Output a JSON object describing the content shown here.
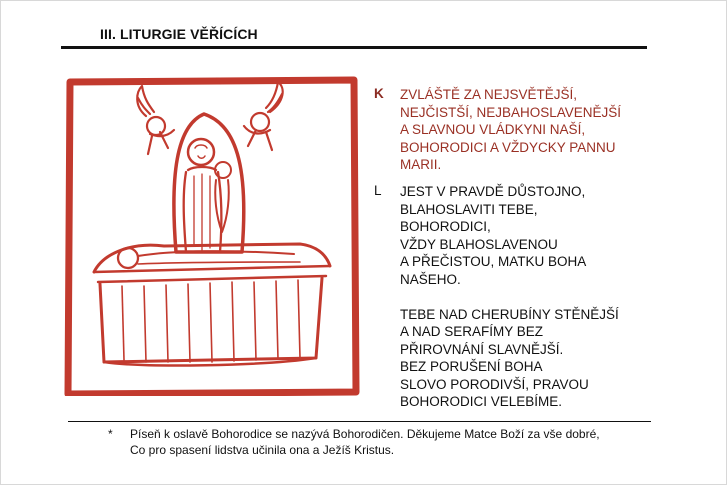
{
  "header": {
    "title": "III. LITURGIE VĚŘÍCÍCH"
  },
  "illustration": {
    "icon_name": "dormition-icon",
    "ink_color": "#c23a2e"
  },
  "verse_k": {
    "marker": "K",
    "color": "#9a3024",
    "lines": [
      "ZVLÁŠTĚ ZA NEJSVĚTĚJŠÍ,",
      "NEJČISTŠÍ, NEJBAHOSLAVENĚJŠÍ",
      "A SLAVNOU VLÁDKYNI NAŠÍ,",
      "BOHORODICI A VŽDYCKY PANNU",
      "MARII."
    ]
  },
  "verse_l": {
    "marker": "L",
    "lines": [
      "JEST V PRAVDĚ DŮSTOJNO,",
      "BLAHOSLAVITI TEBE,",
      "BOHORODICI,",
      "VŽDY BLAHOSLAVENOU",
      "A PŘEČISTOU, MATKU BOHA",
      "NAŠEHO.",
      "",
      "TEBE NAD CHERUBÍNY STĚNĚJŠÍ",
      "A NAD SERAFÍMY BEZ",
      "PŘIROVNÁNÍ SLAVNĚJŠÍ.",
      "BEZ PORUŠENÍ BOHA",
      "SLOVO PORODIVŠÍ, PRAVOU",
      "BOHORODICI VELEBÍME."
    ]
  },
  "footnote": {
    "marker": "*",
    "line1": "Píseň k oslavě Bohorodice se nazývá Bohorodičen. Děkujeme Matce Boží za vše dobré,",
    "line2": "Co pro spasení lidstva učinila ona a Ježíš Kristus."
  }
}
